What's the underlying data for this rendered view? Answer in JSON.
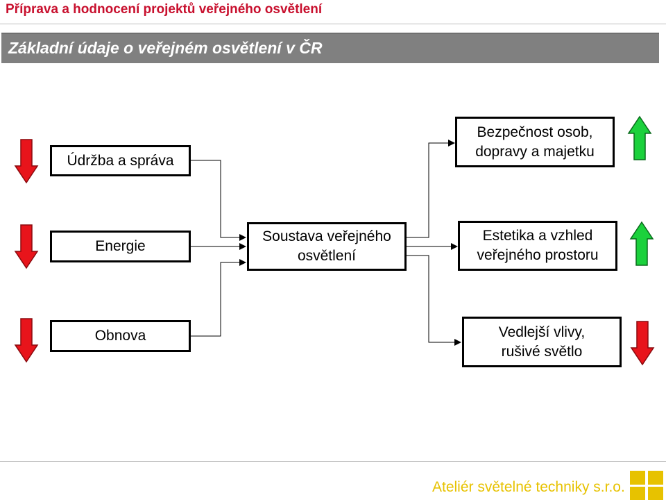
{
  "header": {
    "title": "Příprava a hodnocení projektů veřejného osvětlení",
    "subtitle": "Základní údaje o veřejném osvětlení v ČR"
  },
  "nodes": {
    "udrzba": "Údržba a správa",
    "energie": "Energie",
    "obnova": "Obnova",
    "soustava": "Soustava veřejného\nosvětlení",
    "bezpecnost": "Bezpečnost osob,\ndopravy a majetku",
    "estetika": "Estetika a vzhled\nveřejného prostoru",
    "vedlejsi": "Vedlejší vlivy,\nrušivé světlo"
  },
  "indicators": {
    "udrzba": "down",
    "energie": "down",
    "obnova": "down",
    "bezpecnost": "up",
    "estetika": "up",
    "vedlejsi": "down"
  },
  "colors": {
    "title_red": "#c8102e",
    "subtitle_bar": "#808080",
    "arrow_down_red": "#e8141b",
    "arrow_up_green": "#1bd13c",
    "footer_yellow": "#e7c200"
  },
  "footer": {
    "company": "Ateliér světelné techniky s.r.o."
  }
}
